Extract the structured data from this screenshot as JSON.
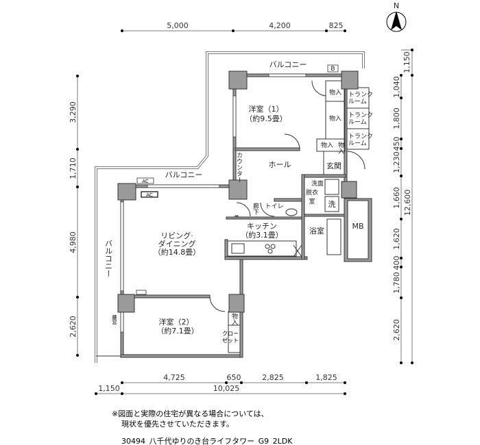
{
  "north": {
    "label": "N"
  },
  "dimensions": {
    "top": [
      "5,000",
      "4,200",
      "825"
    ],
    "right_inner": [
      "1,150",
      "1,040",
      "1,800",
      "450",
      "1,230",
      "1,660",
      "1,620",
      "400",
      "1,780",
      "2,620"
    ],
    "right_total": "12,600",
    "left": [
      "3,290",
      "1,710",
      "4,980",
      "2,620"
    ],
    "bottom_upper": [
      "4,725",
      "650",
      "2,825",
      "1,825"
    ],
    "bottom_lower_left": "1,150",
    "bottom_total": "10,025"
  },
  "rooms": {
    "balcony_top": "バルコニー",
    "balcony_mid": "バルコニー",
    "balcony_left": "バルコニー",
    "b_mark": "B",
    "western1_name": "洋室（1）",
    "western1_size": "（約9.5畳）",
    "storage1": "物入",
    "storage2": "物入",
    "storage3": "物入",
    "storage4": "物入",
    "trunk1": [
      "トランク",
      "ルーム"
    ],
    "trunk2": [
      "トランク",
      "ルーム"
    ],
    "trunk3": [
      "トランク",
      "ルーム"
    ],
    "counter": "カウンター",
    "hall": "ホール",
    "entrance": "玄関",
    "washroom": [
      "洗面",
      "脱衣",
      "室"
    ],
    "washer": "洗",
    "corridor": "廊下",
    "toilet": "トイレ",
    "kitchen_name": "キッチン",
    "kitchen_size": "（約3.1畳）",
    "bath": "浴室",
    "mb": "MB",
    "ac1": "AC",
    "ac2": "AC",
    "ldk_line1": "リビング·",
    "ldk_line2": "ダイニング",
    "ldk_size": "（約14.8畳）",
    "western2_name": "洋室（2）",
    "western2_size": "（約7.1畳）",
    "waist_window": "腰窓",
    "storage5": "物入",
    "closet": [
      "クロー",
      "ゼット"
    ]
  },
  "notes": {
    "line1": "※図面と実際の住宅が異なる場合については、",
    "line2": "現状を優先させていただきます。",
    "caption": "30494_八千代ゆりのき台ライフタワー_G9_2LDK"
  }
}
